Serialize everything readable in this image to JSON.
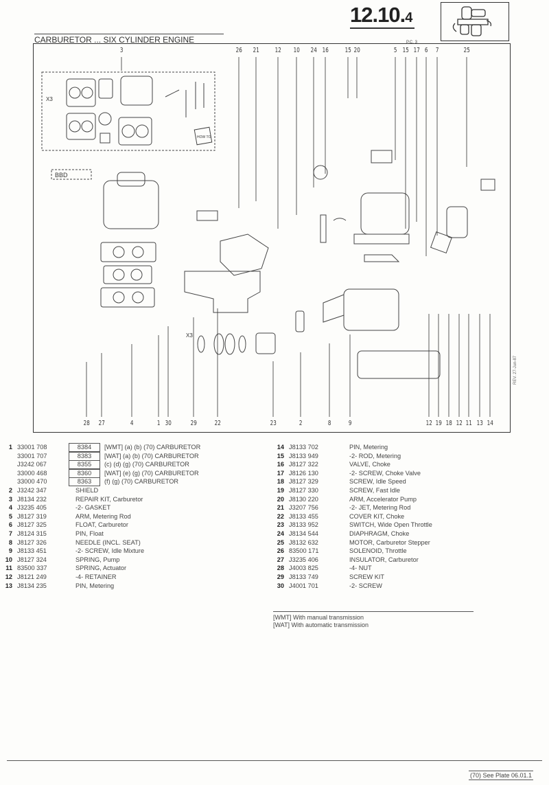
{
  "header": {
    "plate_main": "12.",
    "plate_sub": "10.",
    "plate_idx": "4",
    "pc": "P.C. 3",
    "title": "CARBURETOR ... SIX CYLINDER ENGINE"
  },
  "diagram": {
    "top_callouts": [
      "3",
      "26",
      "21",
      "12",
      "10",
      "24",
      "16",
      "15",
      "20",
      "5",
      "15",
      "17",
      "6",
      "7",
      "25"
    ],
    "bottom_callouts": [
      "28",
      "27",
      "4",
      "1",
      "30",
      "29",
      "22",
      "23",
      "2",
      "8",
      "9",
      "12",
      "19",
      "18",
      "12",
      "11",
      "13",
      "14"
    ],
    "labels": {
      "bbd": "BBD",
      "x3a": "X3",
      "x3b": "X3",
      "how_to": "HOW TO"
    },
    "revision": "REV. 27-Jun-87"
  },
  "parts_left": [
    {
      "no": "1",
      "part": "33001 708",
      "box": "8384",
      "desc": "[WMT] (a) (b) (70)   CARBURETOR"
    },
    {
      "no": "",
      "part": "33001 707",
      "box": "8383",
      "desc": "[WAT] (a) (b) (70)   CARBURETOR"
    },
    {
      "no": "",
      "part": "J3242 067",
      "box": "8355",
      "desc": "(c) (d) (g) (70)   CARBURETOR"
    },
    {
      "no": "",
      "part": "33000 468",
      "box": "8360",
      "desc": "[WAT] (e) (g) (70)   CARBURETOR"
    },
    {
      "no": "",
      "part": "33000 470",
      "box": "8363",
      "desc": "(f) (g) (70)   CARBURETOR"
    },
    {
      "no": "2",
      "part": "J3242 347",
      "desc": "SHIELD"
    },
    {
      "no": "3",
      "part": "J8134 232",
      "desc": "REPAIR KIT, Carburetor"
    },
    {
      "no": "4",
      "part": "J3235 405",
      "desc": "-2- GASKET"
    },
    {
      "no": "5",
      "part": "J8127 319",
      "desc": "ARM, Metering Rod"
    },
    {
      "no": "6",
      "part": "J8127 325",
      "desc": "FLOAT, Carburetor"
    },
    {
      "no": "7",
      "part": "J8124 315",
      "desc": "PIN, Float"
    },
    {
      "no": "8",
      "part": "J8127 326",
      "desc": "NEEDLE (INCL. SEAT)"
    },
    {
      "no": "9",
      "part": "J8133 451",
      "desc": "-2- SCREW, Idle Mixture"
    },
    {
      "no": "10",
      "part": "J8127 324",
      "desc": "SPRING, Pump"
    },
    {
      "no": "11",
      "part": "83500 337",
      "desc": "SPRING, Actuator"
    },
    {
      "no": "12",
      "part": "J8121 249",
      "desc": "-4- RETAINER"
    },
    {
      "no": "13",
      "part": "J8134 235",
      "desc": "PIN, Metering"
    }
  ],
  "parts_right": [
    {
      "no": "14",
      "part": "J8133 702",
      "desc": "PIN, Metering"
    },
    {
      "no": "15",
      "part": "J8133 949",
      "desc": "-2- ROD, Metering"
    },
    {
      "no": "16",
      "part": "J8127 322",
      "desc": "VALVE, Choke"
    },
    {
      "no": "17",
      "part": "J8126 130",
      "desc": "-2- SCREW, Choke Valve"
    },
    {
      "no": "18",
      "part": "J8127 329",
      "desc": "SCREW, Idle Speed"
    },
    {
      "no": "19",
      "part": "J8127 330",
      "desc": "SCREW, Fast Idle"
    },
    {
      "no": "20",
      "part": "J8130 220",
      "desc": "ARM, Accelerator Pump"
    },
    {
      "no": "21",
      "part": "J3207 756",
      "desc": "-2- JET, Metering Rod"
    },
    {
      "no": "22",
      "part": "J8133 455",
      "desc": "COVER KIT, Choke"
    },
    {
      "no": "23",
      "part": "J8133 952",
      "desc": "SWITCH, Wide Open Throttle"
    },
    {
      "no": "24",
      "part": "J8134 544",
      "desc": "DIAPHRAGM, Choke"
    },
    {
      "no": "25",
      "part": "J8132 632",
      "desc": "MOTOR, Carburetor Stepper"
    },
    {
      "no": "26",
      "part": "83500 171",
      "desc": "SOLENOID, Throttle"
    },
    {
      "no": "27",
      "part": "J3235 406",
      "desc": "INSULATOR, Carburetor"
    },
    {
      "no": "28",
      "part": "J4003 825",
      "desc": "-4- NUT"
    },
    {
      "no": "29",
      "part": "J8133 749",
      "desc": "SCREW KIT"
    },
    {
      "no": "30",
      "part": "J4001 701",
      "desc": "-2- SCREW"
    }
  ],
  "legend": [
    "[WMT] With manual transmission",
    "[WAT] With automatic transmission"
  ],
  "footer": "(70) See Plate 06.01.1"
}
